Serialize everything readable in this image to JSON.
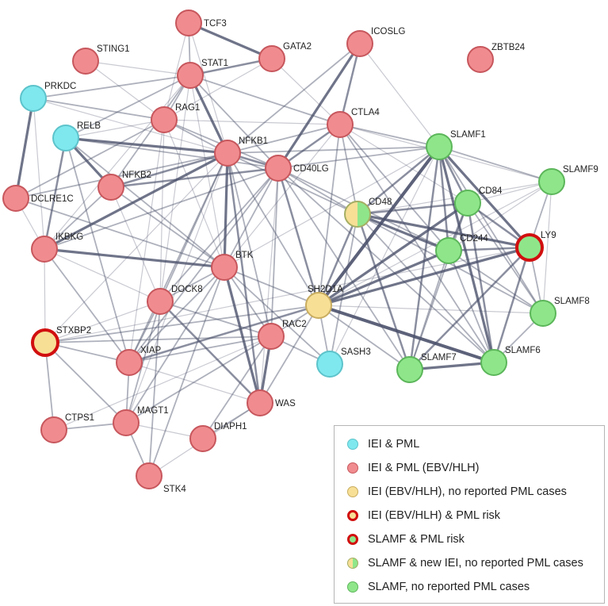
{
  "colors": {
    "iei_pml": "#7fe8ef",
    "iei_pml_ebv": "#f08c8f",
    "iei_ebv": "#f7df96",
    "slamf": "#8fe68a",
    "risk_border": "#d10f0f",
    "edge": "#4b516b"
  },
  "nodes": [
    {
      "id": "TCF3",
      "group": "iei_pml_ebv"
    },
    {
      "id": "ICOSLG",
      "group": "iei_pml_ebv"
    },
    {
      "id": "STING1",
      "group": "iei_pml_ebv"
    },
    {
      "id": "GATA2",
      "group": "iei_pml_ebv"
    },
    {
      "id": "ZBTB24",
      "group": "iei_pml_ebv"
    },
    {
      "id": "STAT1",
      "group": "iei_pml_ebv"
    },
    {
      "id": "PRKDC",
      "group": "iei_pml"
    },
    {
      "id": "RAG1",
      "group": "iei_pml_ebv"
    },
    {
      "id": "CTLA4",
      "group": "iei_pml_ebv"
    },
    {
      "id": "RELB",
      "group": "iei_pml"
    },
    {
      "id": "NFKB1",
      "group": "iei_pml_ebv"
    },
    {
      "id": "SLAMF1",
      "group": "slamf"
    },
    {
      "id": "CD40LG",
      "group": "iei_pml_ebv"
    },
    {
      "id": "SLAMF9",
      "group": "slamf"
    },
    {
      "id": "NFKB2",
      "group": "iei_pml_ebv"
    },
    {
      "id": "DCLRE1C",
      "group": "iei_pml_ebv"
    },
    {
      "id": "CD48",
      "group": "slamf_new_iei"
    },
    {
      "id": "CD84",
      "group": "slamf"
    },
    {
      "id": "IKBKG",
      "group": "iei_pml_ebv"
    },
    {
      "id": "LY9",
      "group": "slamf_risk"
    },
    {
      "id": "CD244",
      "group": "slamf"
    },
    {
      "id": "BTK",
      "group": "iei_pml_ebv"
    },
    {
      "id": "DOCK8",
      "group": "iei_pml_ebv"
    },
    {
      "id": "SH2D1A",
      "group": "iei_ebv"
    },
    {
      "id": "SLAMF8",
      "group": "slamf"
    },
    {
      "id": "STXBP2",
      "group": "iei_ebv_risk"
    },
    {
      "id": "RAC2",
      "group": "iei_pml_ebv"
    },
    {
      "id": "XIAP",
      "group": "iei_pml_ebv"
    },
    {
      "id": "SASH3",
      "group": "iei_pml"
    },
    {
      "id": "SLAMF7",
      "group": "slamf"
    },
    {
      "id": "SLAMF6",
      "group": "slamf"
    },
    {
      "id": "WAS",
      "group": "iei_pml_ebv"
    },
    {
      "id": "CTPS1",
      "group": "iei_pml_ebv"
    },
    {
      "id": "MAGT1",
      "group": "iei_pml_ebv"
    },
    {
      "id": "DIAPH1",
      "group": "iei_pml_ebv"
    },
    {
      "id": "STK4",
      "group": "iei_pml_ebv"
    }
  ],
  "legend": [
    {
      "label": "IEI & PML",
      "style": "iei_pml"
    },
    {
      "label": "IEI & PML (EBV/HLH)",
      "style": "iei_pml_ebv"
    },
    {
      "label": "IEI (EBV/HLH), no reported PML cases",
      "style": "iei_ebv"
    },
    {
      "label": "IEI (EBV/HLH) & PML risk",
      "style": "iei_ebv_risk"
    },
    {
      "label": "SLAMF & PML risk",
      "style": "slamf_risk"
    },
    {
      "label": "SLAMF & new IEI, no reported PML cases",
      "style": "slamf_new_iei"
    },
    {
      "label": "SLAMF, no reported PML cases",
      "style": "slamf"
    }
  ]
}
